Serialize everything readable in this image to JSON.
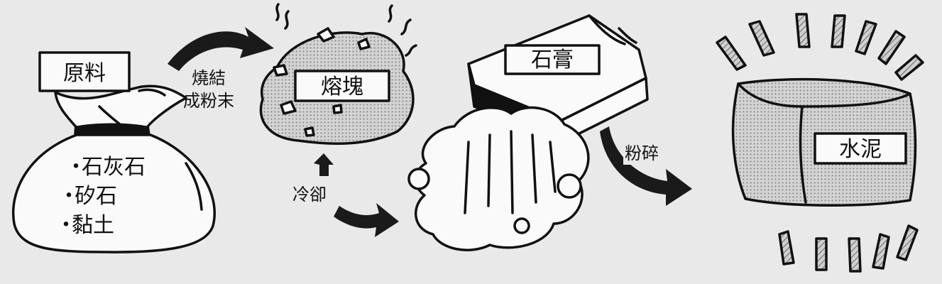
{
  "stages": {
    "raw_materials": {
      "label": "原料",
      "items": [
        "石灰石",
        "矽石",
        "黏土"
      ],
      "bullet": "・"
    },
    "clinker": {
      "label": "熔塊"
    },
    "gypsum": {
      "label": "石膏"
    },
    "cement": {
      "label": "水泥"
    }
  },
  "steps": {
    "sinter": {
      "line1": "燒結",
      "line2": "成粉末"
    },
    "cool": {
      "label": "冷卻"
    },
    "grind": {
      "label": "粉碎"
    }
  },
  "colors": {
    "ink": "#111111",
    "paper": "#e9e9ea",
    "white": "#fafafa",
    "screentone": "#bdbdbd",
    "arrow": "#1a1a1a"
  }
}
